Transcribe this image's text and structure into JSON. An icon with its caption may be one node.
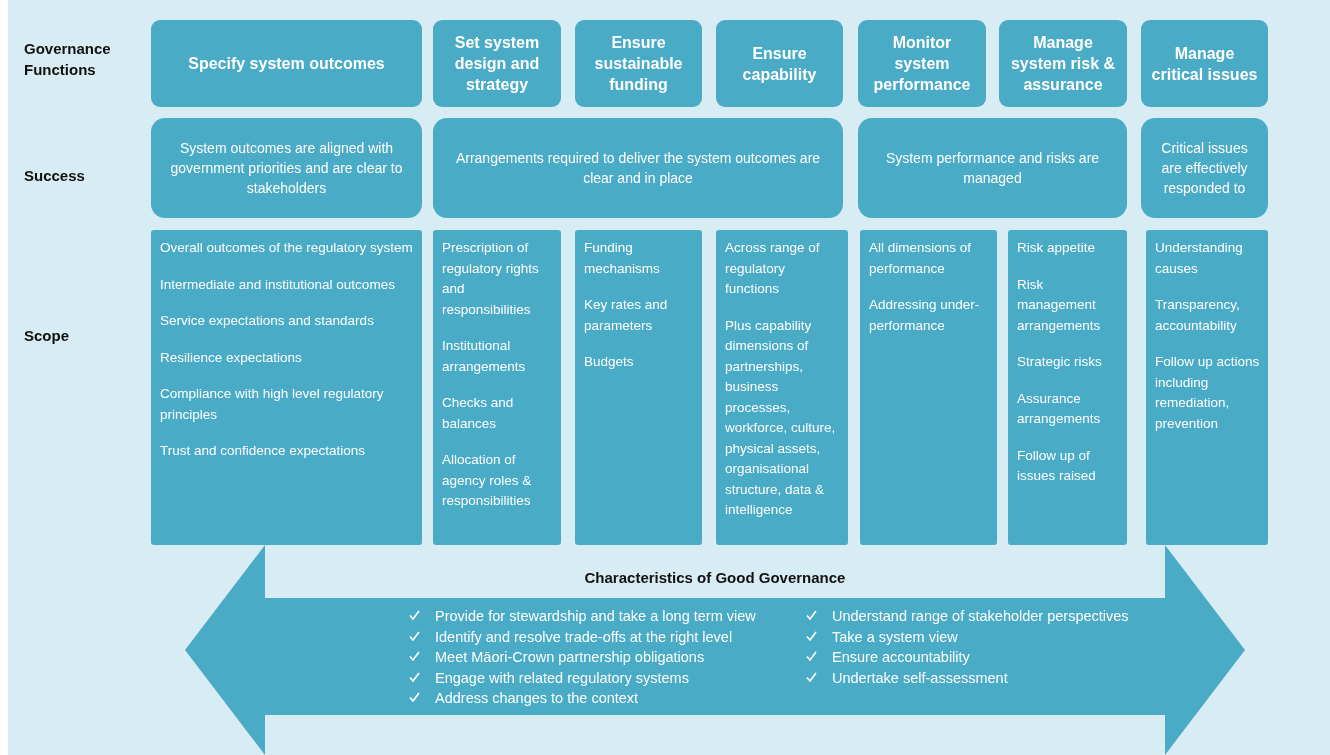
{
  "diagram": {
    "nodes": [
      {
        "text": [
          "Specify system outcomes"
        ]
      },
      {
        "text": [
          "Set system design and strategy"
        ]
      },
      {
        "text": [
          "Ensure sustainable funding"
        ]
      },
      {
        "text": [
          "Ensure capability"
        ]
      },
      {
        "text": [
          "Monitor system performance"
        ]
      },
      {
        "text": [
          "Manage system risk & assurance"
        ]
      },
      {
        "text": [
          "Manage critical issues"
        ]
      },
      {
        "text": [
          "System outcomes are aligned with government priorities and are clear to stakeholders"
        ]
      },
      {
        "text": [
          "Arrangements required to deliver the system outcomes are clear and in place"
        ]
      },
      {
        "text": [
          "System performance and risks are managed"
        ]
      },
      {
        "text": [
          "Critical issues are effectively responded to"
        ]
      },
      {
        "text": [
          "Overall outcomes of the regulatory system",
          "Intermediate and institutional outcomes",
          "Service expectations and standards",
          "Resilience expectations",
          "Compliance with high level regulatory principles",
          "Trust and confidence expectations"
        ]
      },
      {
        "text": [
          "Prescription of regulatory rights and responsibilities",
          "Institutional arrangements",
          "Checks and balances",
          "Allocation of agency roles & responsibilities"
        ]
      },
      {
        "text": [
          "Funding mechanisms",
          "Key rates and parameters",
          "Budgets"
        ]
      },
      {
        "text": [
          "Across range of regulatory functions",
          "Plus capability dimensions of partnerships, business processes, workforce, culture, physical assets, organisational structure, data & intelligence"
        ]
      },
      {
        "text": [
          "All dimensions of performance",
          "Addressing under-performance"
        ]
      },
      {
        "text": [
          "Risk appetite",
          "Risk management arrangements",
          "Strategic risks",
          "Assurance arrangements",
          "Follow up of issues raised"
        ]
      },
      {
        "text": [
          "Understanding causes",
          "Transparency, accountability",
          "Follow up actions including remediation, prevention"
        ]
      },
      {
        "text": [
          "Characteristics of Good Governance",
          "Provide for stewardship and take a long term view",
          "Identify and resolve trade-offs at the right level",
          "Meet Māori-Crown partnership obligations",
          "Engage with related regulatory systems",
          "Address changes to the context",
          "Understand range of stakeholder perspectives",
          "Take a system view",
          "Ensure accountability",
          "Undertake self-assessment"
        ]
      }
    ],
    "labels": [
      "Governance Functions",
      "Success",
      "Scope"
    ]
  }
}
